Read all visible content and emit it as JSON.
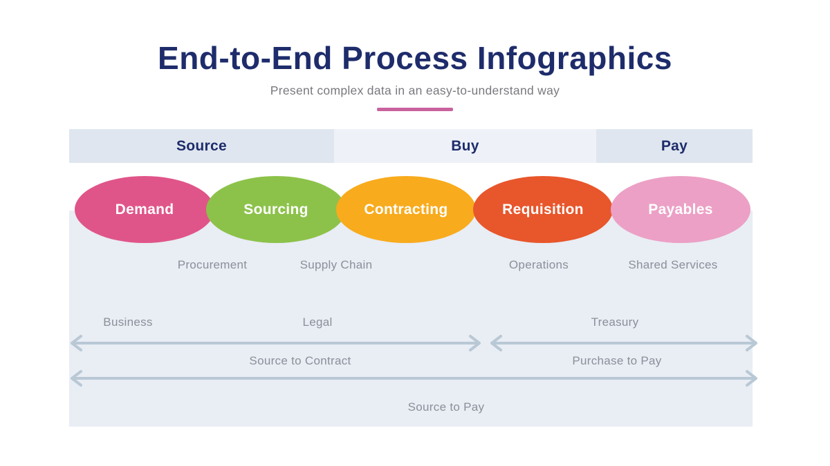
{
  "slide": {
    "title": "End-to-End Process Infographics",
    "subtitle": "Present complex data in an easy-to-understand way"
  },
  "phases": [
    {
      "label": "Source"
    },
    {
      "label": "Buy"
    },
    {
      "label": "Pay"
    }
  ],
  "stages": [
    {
      "label": "Demand",
      "color": "#e05589"
    },
    {
      "label": "Sourcing",
      "color": "#8cc24a"
    },
    {
      "label": "Contracting",
      "color": "#f8ab1d"
    },
    {
      "label": "Requisition",
      "color": "#e8562b"
    },
    {
      "label": "Payables",
      "color": "#eca0c5"
    }
  ],
  "functions": [
    "Procurement",
    "Supply Chain",
    "Operations",
    "Shared Services"
  ],
  "departments": [
    "Business",
    "Legal",
    "Treasury"
  ],
  "process_spans": [
    {
      "label": "Source to Contract"
    },
    {
      "label": "Purchase to Pay"
    },
    {
      "label": "Source to Pay"
    }
  ],
  "colors": {
    "navy": "#1e2c6b",
    "subtitle_gray": "#77797e",
    "label_gray": "#8a9099",
    "divider_pink": "#c9619d",
    "header_dark": "#dfe6ef",
    "header_light": "#eef2f8",
    "panel": "#e9edf4",
    "arrow": "#b9c8d5",
    "stage_text": "#ffffff"
  }
}
